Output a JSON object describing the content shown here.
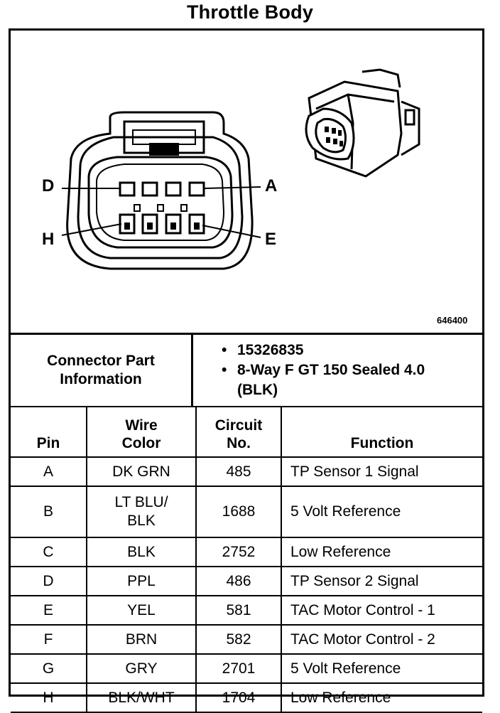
{
  "title": "Throttle Body",
  "figure_number": "646400",
  "pin_labels": {
    "d": "D",
    "a": "A",
    "h": "H",
    "e": "E"
  },
  "connector_info": {
    "label": "Connector Part Information",
    "bullets": [
      "15326835",
      "8-Way F GT 150 Sealed 4.0 (BLK)"
    ]
  },
  "table": {
    "headers": {
      "pin": "Pin",
      "wire_color": "Wire Color",
      "circuit": "Circuit No.",
      "function": "Function"
    },
    "rows": [
      {
        "pin": "A",
        "wire": "DK GRN",
        "circuit": "485",
        "function": "TP Sensor 1 Signal"
      },
      {
        "pin": "B",
        "wire": "LT BLU/ BLK",
        "circuit": "1688",
        "function": "5 Volt Reference"
      },
      {
        "pin": "C",
        "wire": "BLK",
        "circuit": "2752",
        "function": "Low Reference"
      },
      {
        "pin": "D",
        "wire": "PPL",
        "circuit": "486",
        "function": "TP Sensor 2 Signal"
      },
      {
        "pin": "E",
        "wire": "YEL",
        "circuit": "581",
        "function": "TAC Motor Control - 1"
      },
      {
        "pin": "F",
        "wire": "BRN",
        "circuit": "582",
        "function": "TAC Motor Control - 2"
      },
      {
        "pin": "G",
        "wire": "GRY",
        "circuit": "2701",
        "function": "5 Volt Reference"
      },
      {
        "pin": "H",
        "wire": "BLK/WHT",
        "circuit": "1704",
        "function": "Low Reference"
      }
    ]
  }
}
